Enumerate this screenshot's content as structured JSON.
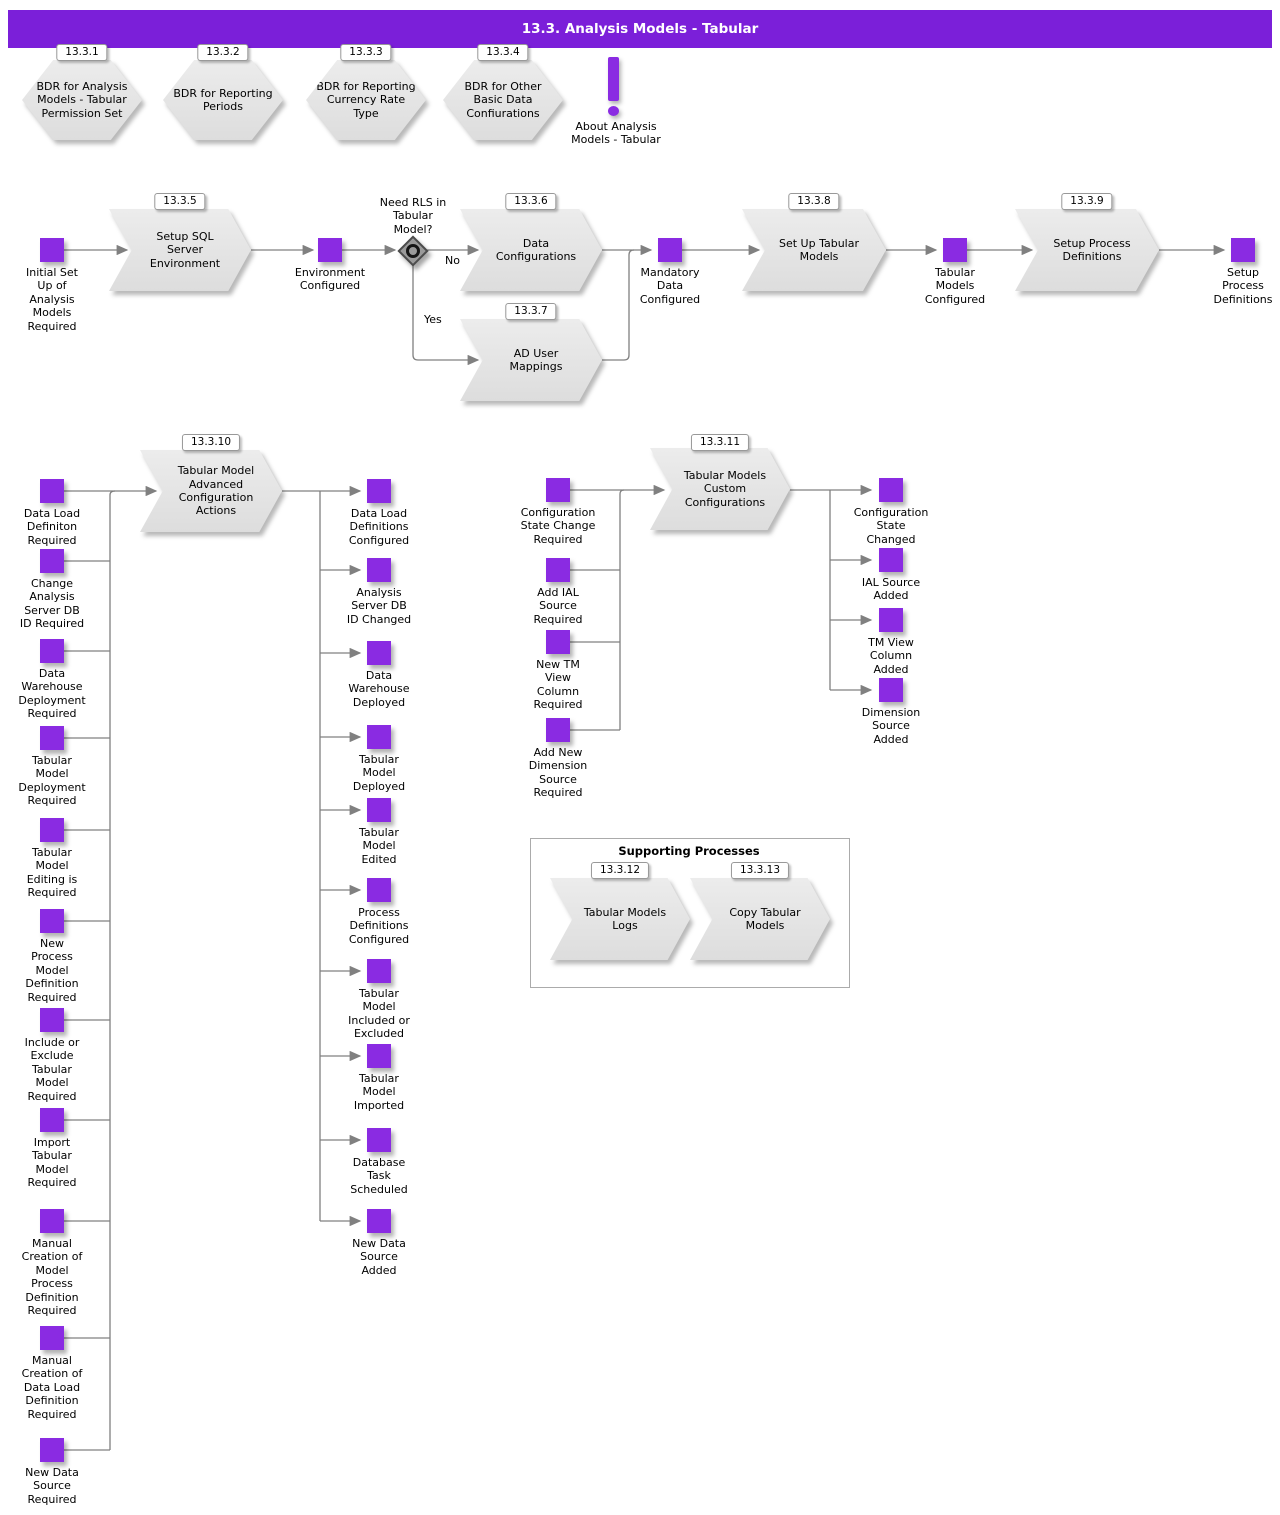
{
  "title": "13.3. Analysis Models - Tabular",
  "colors": {
    "accent": "#8A2BE2",
    "header_bg": "#7B1FD9",
    "line": "#808080"
  },
  "hexes": {
    "h1": {
      "num": "13.3.1",
      "label": "BDR for Analysis\nModels - Tabular\nPermission Set"
    },
    "h2": {
      "num": "13.3.2",
      "label": "BDR for Reporting\nPeriods"
    },
    "h3": {
      "num": "13.3.3",
      "label": "BDR for Reporting\nCurrency Rate\nType"
    },
    "h4": {
      "num": "13.3.4",
      "label": "BDR for Other\nBasic Data\nConfiurations"
    }
  },
  "about": {
    "label": "About Analysis\nModels - Tabular"
  },
  "row2": {
    "sq_initial": "Initial Set\nUp of\nAnalysis\nModels\nRequired",
    "p5": {
      "num": "13.3.5",
      "label": "Setup SQL\nServer\nEnvironment"
    },
    "sq_env": "Environment\nConfigured",
    "decision": "Need RLS in\nTabular\nModel?",
    "no": "No",
    "yes": "Yes",
    "p6": {
      "num": "13.3.6",
      "label": "Data\nConfigurations"
    },
    "p7": {
      "num": "13.3.7",
      "label": "AD User\nMappings"
    },
    "sq_mandatory": "Mandatory\nData\nConfigured",
    "p8": {
      "num": "13.3.8",
      "label": "Set Up Tabular\nModels"
    },
    "sq_tabular": "Tabular\nModels\nConfigured",
    "p9": {
      "num": "13.3.9",
      "label": "Setup Process\nDefinitions"
    },
    "sq_setup": "Setup\nProcess\nDefinitions"
  },
  "adv": {
    "p10": {
      "num": "13.3.10",
      "label": "Tabular Model\nAdvanced\nConfiguration\nActions"
    },
    "inputs": [
      "Data Load\nDefiniton\nRequired",
      "Change\nAnalysis\nServer DB\nID Required",
      "Data\nWarehouse\nDeployment\nRequired",
      "Tabular\nModel\nDeployment\nRequired",
      "Tabular\nModel\nEditing is\nRequired",
      "New\nProcess\nModel\nDefinition\nRequired",
      "Include or\nExclude\nTabular\nModel\nRequired",
      "Import\nTabular\nModel\nRequired",
      "Manual\nCreation of\nModel\nProcess\nDefinition\nRequired",
      "Manual\nCreation of\nData Load\nDefinition\nRequired",
      "New Data\nSource\nRequired"
    ],
    "outputs": [
      "Data Load\nDefinitions\nConfigured",
      "Analysis\nServer DB\nID Changed",
      "Data\nWarehouse\nDeployed",
      "Tabular\nModel\nDeployed",
      "Tabular\nModel\nEdited",
      "Process\nDefinitions\nConfigured",
      "Tabular\nModel\nIncluded or\nExcluded",
      "Tabular\nModel\nImported",
      "Database\nTask\nScheduled",
      "New Data\nSource\nAdded"
    ]
  },
  "custom": {
    "p11": {
      "num": "13.3.11",
      "label": "Tabular Models\nCustom\nConfigurations"
    },
    "inputs": [
      "Configuration\nState Change\nRequired",
      "Add IAL\nSource\nRequired",
      "New TM\nView\nColumn\nRequired",
      "Add New\nDimension\nSource\nRequired"
    ],
    "outputs": [
      "Configuration\nState\nChanged",
      "IAL Source\nAdded",
      "TM View\nColumn\nAdded",
      "Dimension\nSource\nAdded"
    ]
  },
  "supporting": {
    "title": "Supporting Processes",
    "p12": {
      "num": "13.3.12",
      "label": "Tabular Models\nLogs"
    },
    "p13": {
      "num": "13.3.13",
      "label": "Copy Tabular\nModels"
    }
  }
}
